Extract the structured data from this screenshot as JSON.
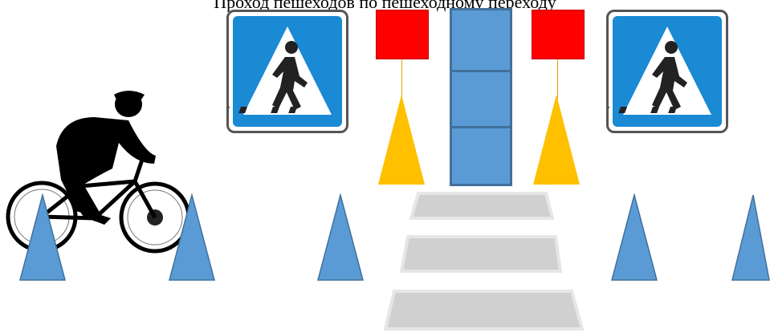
{
  "title": "Проход пешеходов по пешеходному переходу",
  "colors": {
    "sign_blue": "#1a8ad4",
    "cone_blue": "#5b9bd5",
    "cone_yellow": "#ffc000",
    "red": "#ff0000",
    "crossing_gray": "#d0d0d0"
  },
  "objects": {
    "left_sign": "pedestrian-crossing-sign",
    "right_sign": "pedestrian-crossing-sign",
    "cyclist": "cyclist-silhouette",
    "traffic_lights": [
      "red",
      "blue-tower",
      "red"
    ],
    "cones_count": 5,
    "crossing_stripes": 3
  }
}
